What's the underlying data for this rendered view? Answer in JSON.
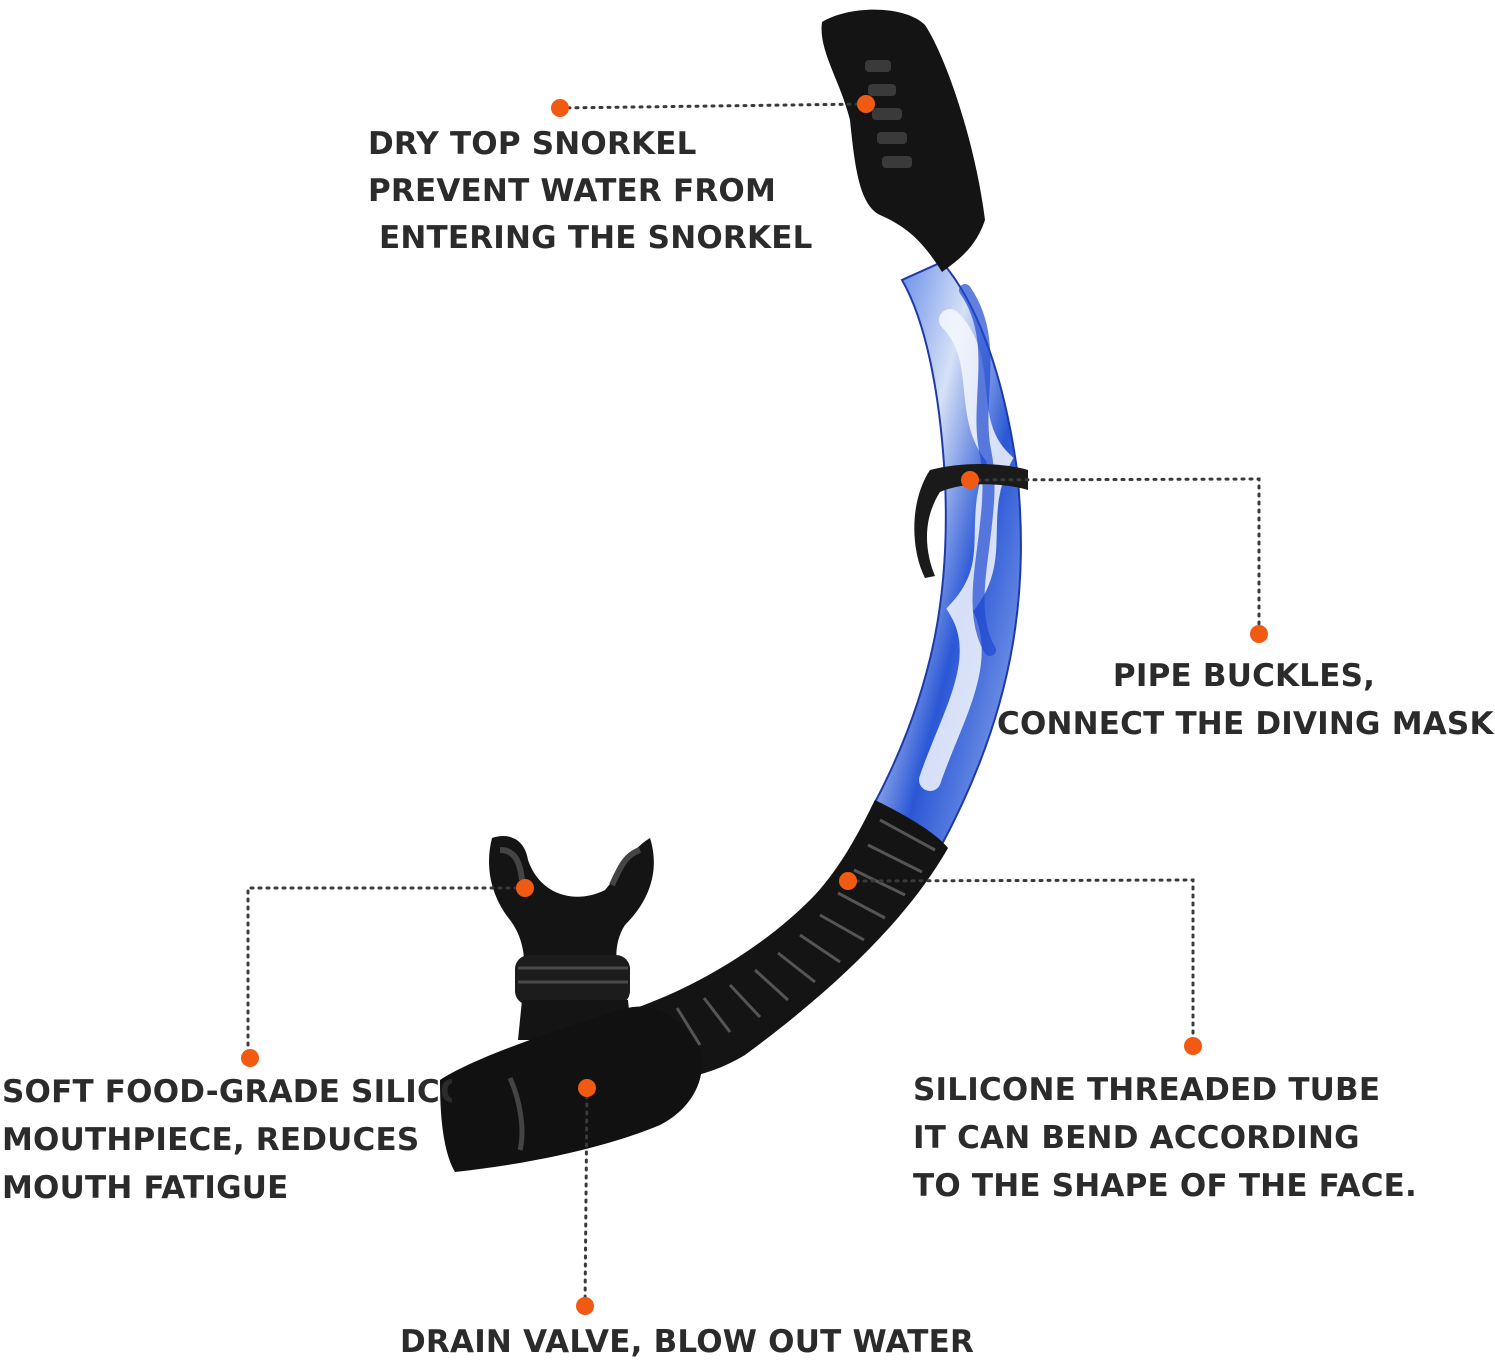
{
  "colors": {
    "marker": "#f05a12",
    "leader": "#3a3a3a",
    "tube_black": "#141414",
    "tube_blue": "#2f5fe0",
    "tube_light": "#dfe7f7",
    "text": "#2b2b2b"
  },
  "callouts": [
    {
      "id": "dry-top",
      "lines": [
        "DRY TOP SNORKEL",
        "PREVENT WATER FROM",
        " ENTERING THE SNORKEL"
      ]
    },
    {
      "id": "pipe-buckle",
      "lines": [
        "PIPE BUCKLES,",
        "CONNECT THE DIVING MASK"
      ]
    },
    {
      "id": "mouthpiece",
      "lines": [
        "SOFT FOOD-GRADE SILICONE",
        "MOUTHPIECE, REDUCES",
        "MOUTH FATIGUE"
      ]
    },
    {
      "id": "threaded-tube",
      "lines": [
        "SILICONE THREADED TUBE",
        "IT CAN BEND ACCORDING",
        "TO THE SHAPE OF THE FACE."
      ]
    },
    {
      "id": "drain-valve",
      "lines": [
        "DRAIN VALVE, BLOW OUT WATER"
      ]
    }
  ]
}
